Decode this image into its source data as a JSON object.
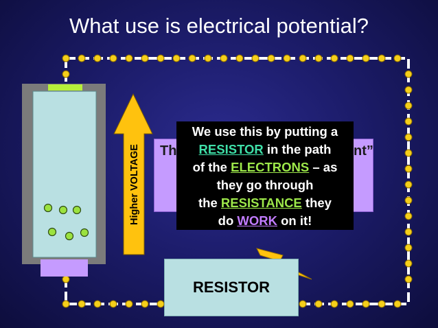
{
  "title": "What use is electrical potential?",
  "arrow_label": "Higher VOLTAGE",
  "behind_text": {
    "left_fragment": "Th",
    "right_fragment": "nt”"
  },
  "callout": {
    "line1": "We use this by putting a",
    "line2_kw": "RESISTOR",
    "line2_rest": " in the path",
    "line3_pre": "of the ",
    "line3_kw": "ELECTRONS",
    "line3_rest": " – as",
    "line4": "they go through",
    "line5_pre": "the ",
    "line5_kw": "RESISTANCE",
    "line5_rest": " they",
    "line6_pre": "do ",
    "line6_kw": "WORK",
    "line6_rest": " on it!"
  },
  "resistor_label": "RESISTOR",
  "colors": {
    "wire_dot": "#f5cf1a",
    "battery_case": "#7b7b7b",
    "battery_cell": "#b9e0e2",
    "battery_cap_top": "#b6ef3a",
    "battery_cap_bottom": "#c59bff",
    "electron": "#9be23f",
    "voltage_arrow": "#ffc20e",
    "lightning": "#ffc20e"
  }
}
